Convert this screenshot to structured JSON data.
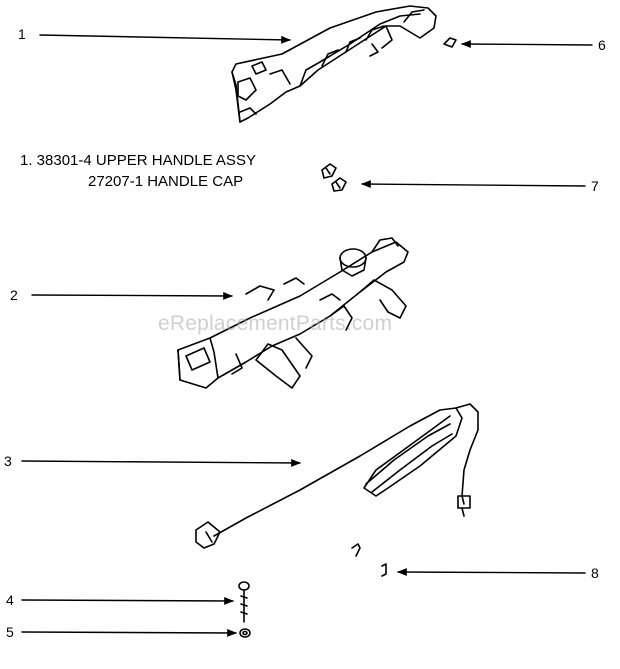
{
  "callouts": [
    {
      "number": "1"
    },
    {
      "number": "2"
    },
    {
      "number": "3"
    },
    {
      "number": "4"
    },
    {
      "number": "5"
    },
    {
      "number": "6"
    },
    {
      "number": "7"
    },
    {
      "number": "8"
    }
  ],
  "parts_list": {
    "line1": "1. 38301-4 UPPER HANDLE ASSY",
    "line2": "27207-1 HANDLE CAP"
  },
  "watermark": "eReplacementParts.com",
  "colors": {
    "ink": "#000000",
    "watermark": "#aaaaaa"
  }
}
